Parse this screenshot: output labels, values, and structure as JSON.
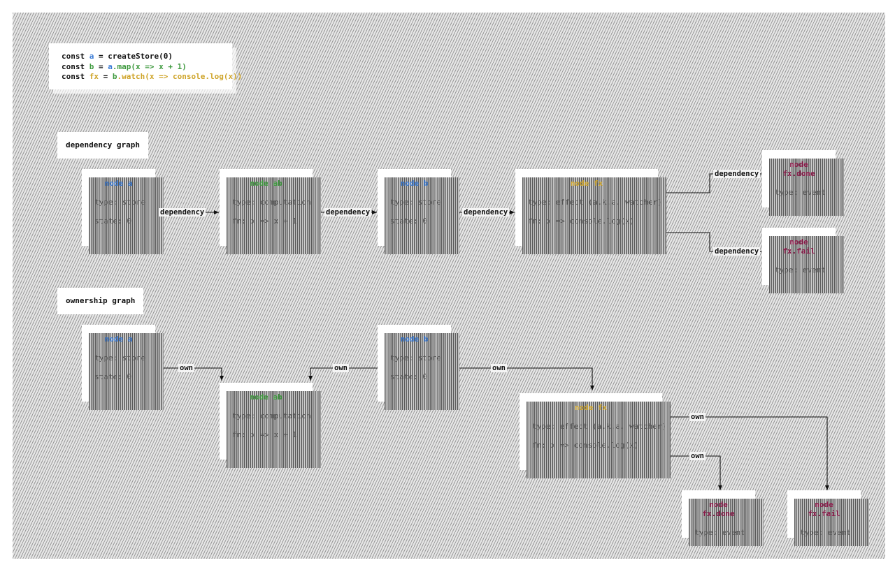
{
  "code": {
    "line1": {
      "kw": "const ",
      "name": "a",
      "rest": " = createStore(0)"
    },
    "line2": {
      "kw": "const ",
      "name": "b",
      "eq": " = ",
      "src": "a",
      "method": ".map",
      "rest": "(x => x + 1)"
    },
    "line3": {
      "kw": "const ",
      "name": "fx",
      "eq": " = ",
      "src": "b",
      "method": ".watch",
      "rest": "(x => console.log(x))"
    }
  },
  "dependency_graph": {
    "label": "dependency graph",
    "nodes": {
      "a": {
        "title": "node a",
        "rows": [
          "type: store",
          "state: 0"
        ]
      },
      "ab": {
        "title": "node ab",
        "rows": [
          "type: computation",
          "fn: x => x + 1"
        ]
      },
      "b": {
        "title": "node b",
        "rows": [
          "type: store",
          "state: 0"
        ]
      },
      "fx": {
        "title": "node fx",
        "rows": [
          "type: effect (a.k.a. watcher)",
          "fn: x => console.log(x)"
        ]
      },
      "fx_done": {
        "title": "node fx.done",
        "rows": [
          "type: event"
        ]
      },
      "fx_fail": {
        "title": "node fx.fail",
        "rows": [
          "type: event"
        ]
      }
    },
    "edge_label": "dependency"
  },
  "ownership_graph": {
    "label": "ownership graph",
    "nodes": {
      "a": {
        "title": "node a",
        "rows": [
          "type: store",
          "state: 0"
        ]
      },
      "ab": {
        "title": "node ab",
        "rows": [
          "type: computation",
          "fn: x => x + 1"
        ]
      },
      "b": {
        "title": "node b",
        "rows": [
          "type: store",
          "state: 0"
        ]
      },
      "fx": {
        "title": "node fx",
        "rows": [
          "type: effect (a.k.a. watcher)",
          "fn: x => console.log(x)"
        ]
      },
      "fx_done": {
        "title": "node fx.done",
        "rows": [
          "type: event"
        ]
      },
      "fx_fail": {
        "title": "node fx.fail",
        "rows": [
          "type: event"
        ]
      }
    },
    "edge_label": "own"
  },
  "colors": {
    "store": "#3a7bd5",
    "computation": "#3f9a3f",
    "effect": "#cfa52b",
    "event": "#8b1a4a"
  }
}
